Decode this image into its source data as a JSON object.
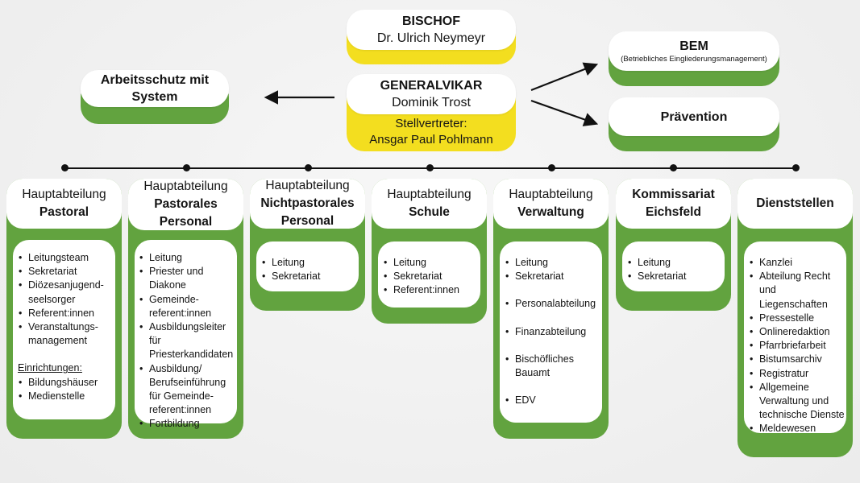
{
  "bischof": {
    "title": "BISCHOF",
    "name": "Dr. Ulrich Neymeyr"
  },
  "generalvikar": {
    "title": "GENERALVIKAR",
    "name": "Dominik Trost",
    "deputy_label": "Stellvertreter:",
    "deputy_name": "Ansgar Paul Pohlmann"
  },
  "left_unit": {
    "title": "Arbeitsschutz mit System"
  },
  "right_units": [
    {
      "title": "BEM",
      "subtitle": "(Betriebliches Eingliederungsmanagement)"
    },
    {
      "title": "Prävention"
    }
  ],
  "colors": {
    "green": "#62a33f",
    "yellow": "#f3de1f",
    "white": "#ffffff",
    "background": "#efefef"
  },
  "departments": [
    {
      "prefix": "Hauptabteilung",
      "name": "Pastoral",
      "items": [
        "Leitungsteam",
        "Sekretariat",
        "Diözesanjugend-seelsorger",
        "Referent:innen",
        "Veranstaltungs-management"
      ],
      "subheading": "Einrichtungen:",
      "sub_items": [
        "Bildungshäuser",
        "Medienstelle"
      ]
    },
    {
      "prefix": "Hauptabteilung",
      "name": "Pastorales Personal",
      "items": [
        "Leitung",
        "Priester und Diakone",
        "Gemeinde-referent:innen",
        "Ausbildungsleiter für Priesterkandidaten",
        "Ausbildung/ Berufseinführung für Gemeinde-referent:innen",
        "Fortbildung"
      ]
    },
    {
      "prefix": "Hauptabteilung",
      "name": "Nichtpastorales Personal",
      "items": [
        "Leitung",
        "Sekretariat"
      ]
    },
    {
      "prefix": "Hauptabteilung",
      "name": "Schule",
      "items": [
        "Leitung",
        "Sekretariat",
        "Referent:innen"
      ]
    },
    {
      "prefix": "Hauptabteilung",
      "name": "Verwaltung",
      "items": [
        "Leitung",
        "Sekretariat",
        "Personalabteilung",
        "Finanzabteilung",
        "Bischöfliches Bauamt",
        "EDV"
      ]
    },
    {
      "prefix": "",
      "name": "Kommissariat Eichsfeld",
      "items": [
        "Leitung",
        "Sekretariat"
      ]
    },
    {
      "prefix": "",
      "name": "Dienststellen",
      "items": [
        "Kanzlei",
        "Abteilung Recht und Liegenschaften",
        "Pressestelle",
        "Onlineredaktion",
        "Pfarrbriefarbeit",
        "Bistumsarchiv",
        "Registratur",
        "Allgemeine Verwaltung und technische Dienste",
        "Meldewesen"
      ]
    }
  ]
}
